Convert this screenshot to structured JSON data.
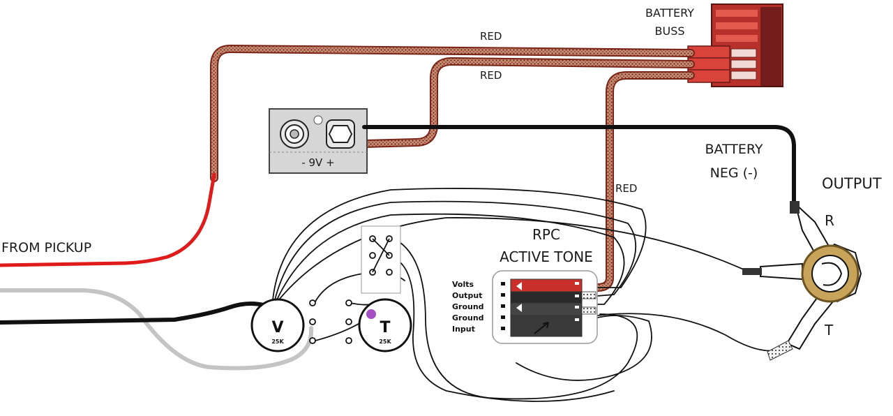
{
  "labels": {
    "battery_buss_line1": "BATTERY",
    "battery_buss_line2": "BUSS",
    "red_wire_1": "RED",
    "red_wire_2": "RED",
    "red_wire_3": "RED",
    "battery_label": "- 9V +",
    "battery_neg_line1": "BATTERY",
    "battery_neg_line2": "NEG (-)",
    "output": "OUTPUT",
    "output_ring": "R",
    "output_tip": "T",
    "from_pickup": "FROM PICKUP",
    "rpc_line1": "RPC",
    "rpc_line2": "ACTIVE TONE",
    "volume_pot_letter": "V",
    "volume_pot_value": "25K",
    "tone_pot_letter": "T",
    "tone_pot_value": "25K"
  },
  "rpc_pins": [
    "Volts",
    "Output",
    "Ground",
    "Ground",
    "Input"
  ],
  "colors": {
    "red_wire": "#e01b1b",
    "braided_wire": "#7a2418",
    "braid_fill": "#c98a72",
    "black_wire": "#111111",
    "gray_wire": "#c4c4c4",
    "buss_red": "#c9302c",
    "battery_gray": "#d6d6d6",
    "jack_gold": "#c8a45a",
    "tone_dot": "#a44fc4"
  }
}
